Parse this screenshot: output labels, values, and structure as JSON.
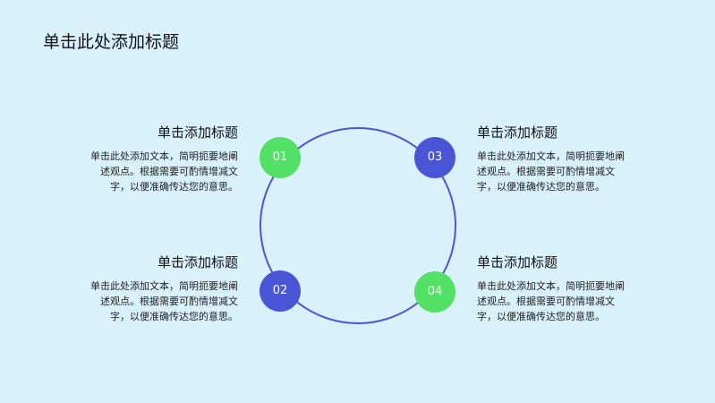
{
  "page": {
    "title": "单击此处添加标题"
  },
  "colors": {
    "background": "#d8f1fb",
    "ring": "#4a55d6",
    "green": "#52e065",
    "blue": "#4a55d6"
  },
  "nodes": [
    {
      "label": "01",
      "color": "green"
    },
    {
      "label": "02",
      "color": "blue"
    },
    {
      "label": "03",
      "color": "blue"
    },
    {
      "label": "04",
      "color": "green"
    }
  ],
  "blocks": [
    {
      "heading": "单击添加标题",
      "lines": [
        "单击此处添加文本，简明扼要地阐",
        "述观点。根据需要可酌情增减文",
        "字，以便准确传达您的意思。"
      ]
    },
    {
      "heading": "单击添加标题",
      "lines": [
        "单击此处添加文本，简明扼要地阐",
        "述观点。根据需要可酌情增减文",
        "字，以便准确传达您的意思。"
      ]
    },
    {
      "heading": "单击添加标题",
      "lines": [
        "单击此处添加文本，简明扼要地阐",
        "述观点。根据需要可酌情增减文",
        "字，以便准确传达您的意思。"
      ]
    },
    {
      "heading": "单击添加标题",
      "lines": [
        "单击此处添加文本，简明扼要地阐",
        "述观点。根据需要可酌情增减文",
        "字，以便准确传达您的意思。"
      ]
    }
  ]
}
